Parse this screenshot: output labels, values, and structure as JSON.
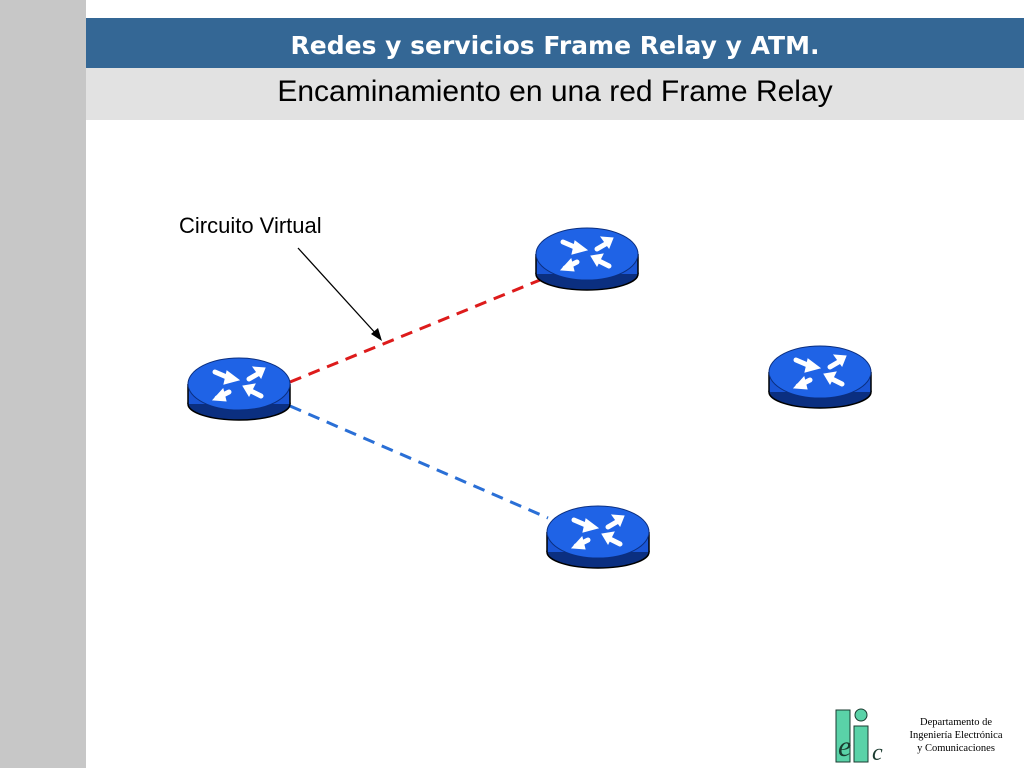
{
  "header": {
    "title": "Redes y servicios Frame Relay y ATM."
  },
  "subheader": {
    "title": "Encaminamiento en una red Frame Relay"
  },
  "diagram": {
    "label": "Circuito Virtual",
    "routers": [
      {
        "name": "router-left",
        "icon": "router-icon"
      },
      {
        "name": "router-top",
        "icon": "router-icon"
      },
      {
        "name": "router-right",
        "icon": "router-icon"
      },
      {
        "name": "router-bottom",
        "icon": "router-icon"
      }
    ],
    "links": [
      {
        "name": "virtual-circuit-red",
        "color": "#dd1b1b",
        "style": "dashed"
      },
      {
        "name": "virtual-circuit-blue",
        "color": "#2a6fd6",
        "style": "dashed"
      }
    ],
    "router_color": "#1f63e6"
  },
  "footer": {
    "logo": "eic",
    "dept_line1": "Departamento de",
    "dept_line2": "Ingeniería Electrónica",
    "dept_line3": "y Comunicaciones"
  }
}
